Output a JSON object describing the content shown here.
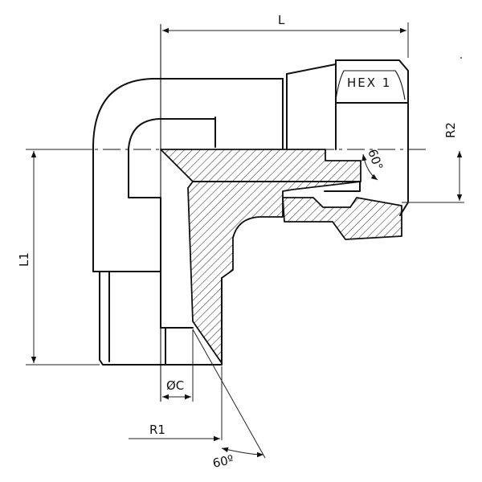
{
  "labels": {
    "hex": "HEX 1",
    "length": "L",
    "height": "L1",
    "height_r2": "R2",
    "bore": "ØC",
    "thread_r1": "R1",
    "angle_cone": "60°",
    "angle_bottom": "60º"
  },
  "colors": {
    "line": "#111111",
    "background": "#ffffff"
  }
}
